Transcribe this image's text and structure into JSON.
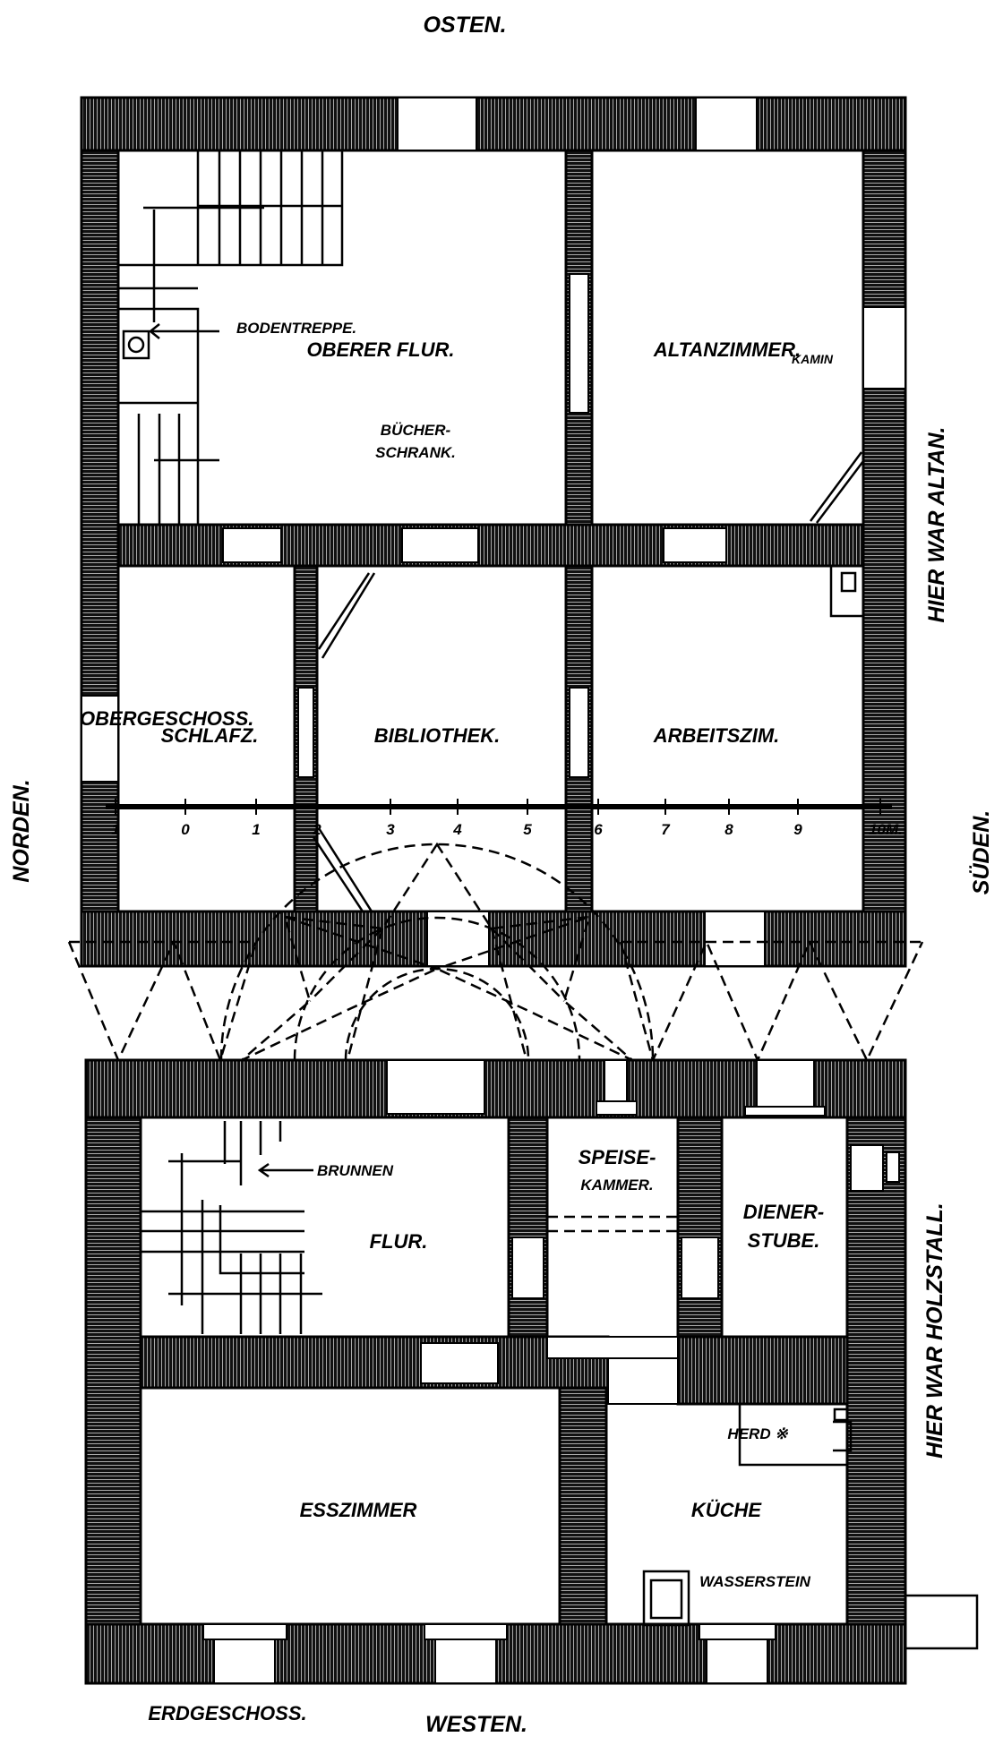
{
  "compass": {
    "east": "OSTEN.",
    "west": "WESTEN.",
    "north": "NORDEN.",
    "south": "SÜDEN."
  },
  "upper_floor": {
    "title": "OBERGESCHOSS.",
    "side_note": "HIER WAR ALTAN.",
    "rooms": {
      "hall": "OBERER FLUR.",
      "balcony_room": "ALTANZIMMER.",
      "bedroom": "SCHLAFZ.",
      "library": "BIBLIOTHEK.",
      "study": "ARBEITSZIM."
    },
    "annotations": {
      "attic_stairs": "BODENTREPPE.",
      "fireplace": "KAMIN",
      "bookcase_1": "BÜCHER-",
      "bookcase_2": "SCHRANK."
    }
  },
  "ground_floor": {
    "title": "ERDGESCHOSS.",
    "side_note": "HIER WAR HOLZSTALL.",
    "rooms": {
      "hall": "FLUR.",
      "pantry_1": "SPEISE-",
      "pantry_2": "KAMMER.",
      "servant_1": "DIENER-",
      "servant_2": "STUBE.",
      "dining": "ESSZIMMER",
      "kitchen": "KÜCHE"
    },
    "annotations": {
      "well": "BRUNNEN",
      "stove": "HERD ※",
      "sink": "WASSERSTEIN"
    }
  },
  "scale": {
    "labels": [
      "1",
      "0",
      "1",
      "2",
      "3",
      "4",
      "5",
      "6",
      "7",
      "8",
      "9",
      "10M."
    ]
  }
}
